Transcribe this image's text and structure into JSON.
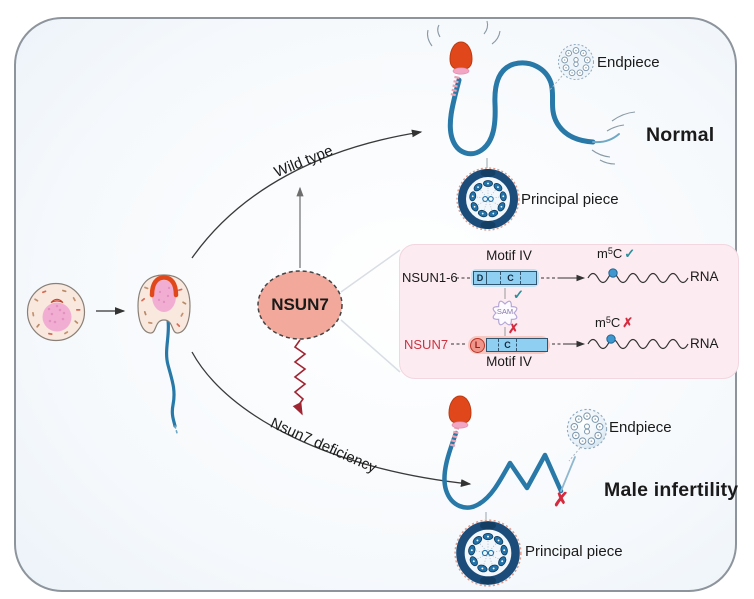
{
  "pathway": {
    "wild_type": "Wild type",
    "deficiency": "Nsun7 deficiency",
    "gene": "NSUN7"
  },
  "outcomes": {
    "normal": "Normal",
    "infertility": "Male infertility"
  },
  "annotations": {
    "endpiece": "Endpiece",
    "principal_piece": "Principal piece",
    "fail_mark": "✗"
  },
  "inset": {
    "family_label": "NSUN1-6",
    "gene_label": "NSUN7",
    "motif": "Motif IV",
    "cofactor": "SAM",
    "residue_d": "D",
    "residue_c": "C",
    "residue_l": "L",
    "m_base": "m",
    "m_sup": "5",
    "m_c": "C",
    "check_mark": "✓",
    "cross_mark": "✗",
    "rna": "RNA"
  },
  "colors": {
    "accent_red": "#d52b3f",
    "check_teal": "#2b8f99",
    "nsun7_fill": "#f2a99c",
    "inset_bg": "#fcebf1",
    "tail_blue": "#2878a8",
    "head_orange": "#e0481c"
  }
}
